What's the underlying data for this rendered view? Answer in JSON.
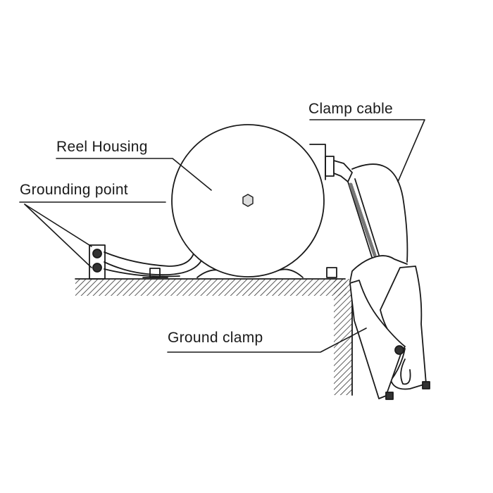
{
  "diagram": {
    "labels": {
      "clamp_cable": "Clamp  cable",
      "reel_housing": "Reel Housing",
      "grounding_point": "Grounding  point",
      "ground_clamp": "Ground  clamp"
    },
    "colors": {
      "line": "#1a1a1a",
      "background": "#ffffff"
    }
  }
}
